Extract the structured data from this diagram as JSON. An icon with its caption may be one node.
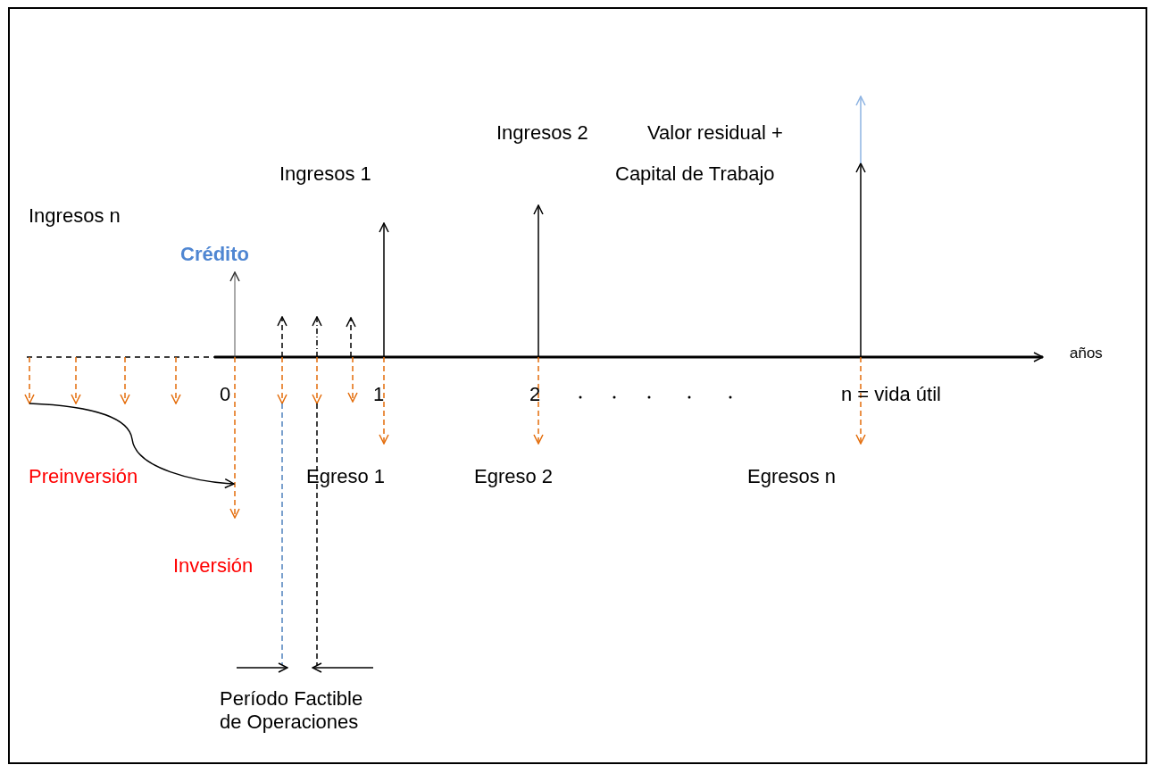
{
  "diagram": {
    "labels": [
      "Ingresos 2",
      "Valor residual +",
      "Ingresos 1",
      "Capital de Trabajo",
      "Ingresos n",
      "Crédito",
      "años",
      "0",
      "1",
      "2",
      "n = vida útil",
      "Preinversión",
      "Egreso 1",
      "Egreso 2",
      "Egresos n",
      "Inversión",
      "Período Factible de Operaciones"
    ]
  }
}
